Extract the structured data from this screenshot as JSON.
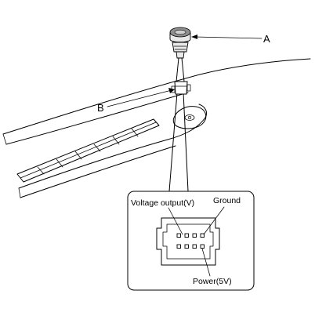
{
  "labels": {
    "a": "A",
    "b": "B",
    "voltage_output": "Voltage output(V)",
    "ground": "Ground",
    "power": "Power(5V)"
  }
}
